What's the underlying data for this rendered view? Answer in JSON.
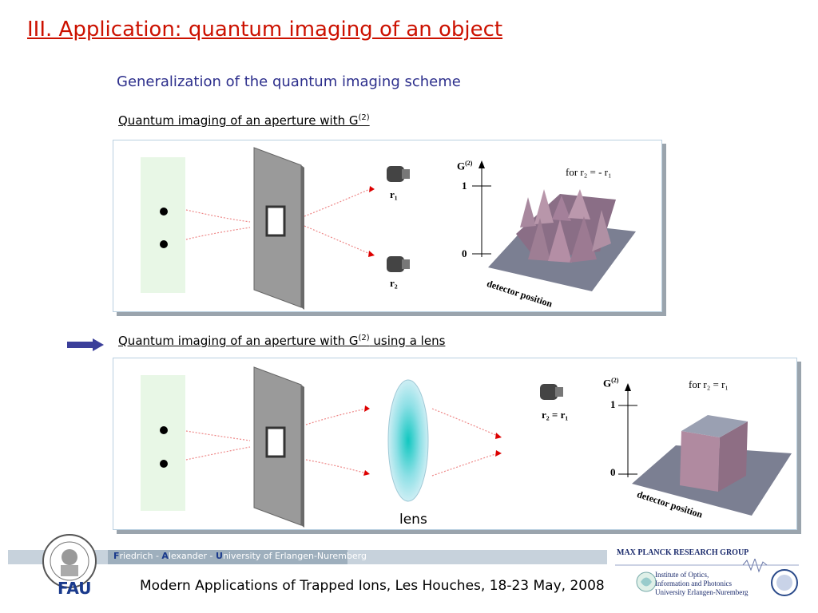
{
  "slide": {
    "title": "III. Application: quantum imaging of an object",
    "subtitle": "Generalization of the quantum imaging scheme",
    "section1": {
      "label": "Quantum imaging of an aperture with G",
      "sup": "(2)"
    },
    "section2": {
      "label": "Quantum imaging  of an aperture with G",
      "sup": "(2)",
      "suffix": " using a lens"
    }
  },
  "panel1": {
    "g_label": "G",
    "g_sup": "(2)",
    "tick_one": "1",
    "tick_zero": "0",
    "axis_label": "detector position",
    "condition": "for r₂ = - r₁",
    "detector1": "r₁",
    "detector2": "r₂"
  },
  "panel2": {
    "g_label": "G",
    "g_sup": "(2)",
    "tick_one": "1",
    "tick_zero": "0",
    "axis_label": "detector position",
    "condition": "for r₂ = r₁",
    "detector": "r₂ = r₁",
    "lens_label": "lens"
  },
  "footer": {
    "text": "Modern Applications of Trapped Ions, Les Houches, 18-23 May, 2008",
    "university": [
      "F",
      "riedrich - ",
      "A",
      "lexander - ",
      "U",
      "niversity of Erlangen-Nuremberg"
    ],
    "fau": "FAU",
    "group": "MAX PLANCK RESEARCH GROUP",
    "institute": [
      "Institute of Optics,",
      "Information and Photonics",
      "University Erlangen-Nuremberg"
    ]
  },
  "colors": {
    "title": "#cc1100",
    "subtitle": "#2d2f8c",
    "arrow": "#3b3f9a",
    "beam": "#e05a5a"
  }
}
